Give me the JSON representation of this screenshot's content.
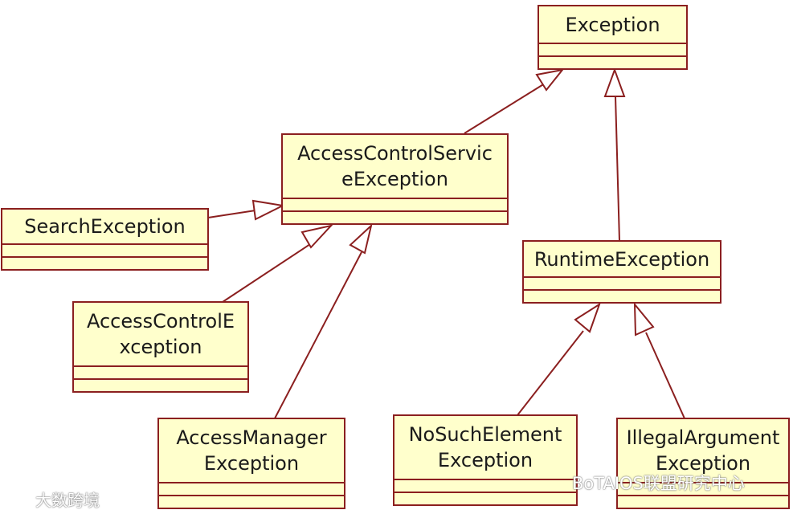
{
  "diagram": {
    "classes": {
      "exception": "Exception",
      "access_control_service_exception": "AccessControlServic\neException",
      "search_exception": "SearchException",
      "access_control_exception": "AccessControlE\nxception",
      "access_manager_exception": "AccessManager\nException",
      "runtime_exception": "RuntimeException",
      "no_such_element_exception": "NoSuchElement\nException",
      "illegal_argument_exception": "IllegalArgument\nException"
    },
    "colors": {
      "box_fill": "#ffffcc",
      "line": "#8b1f1f",
      "text": "#1a1a1a"
    }
  },
  "watermarks": {
    "left": "大数跨境",
    "right": "BoTAIOS联盟研究中心"
  }
}
